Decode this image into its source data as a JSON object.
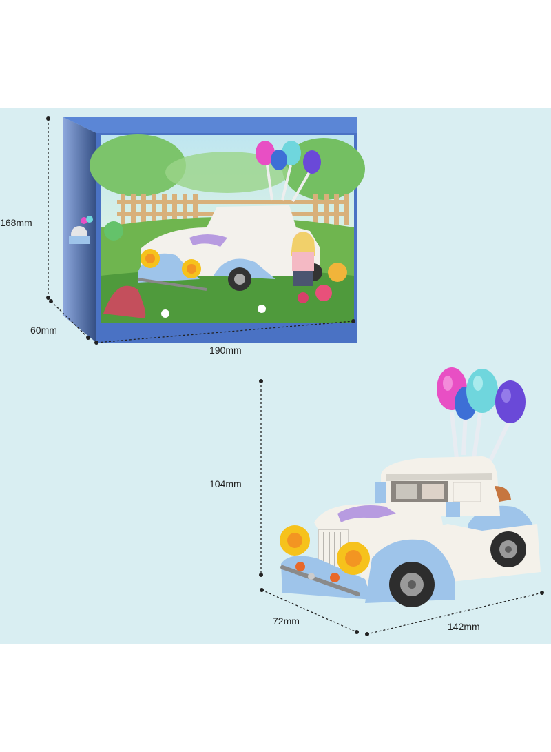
{
  "dimensions": {
    "box_height": "168mm",
    "box_depth": "60mm",
    "box_width": "190mm",
    "model_height": "104mm",
    "model_depth": "72mm",
    "model_width": "142mm"
  },
  "colors": {
    "background": "#d9eef2",
    "box_side": "#4f78c9",
    "car_body": "#f4f1ea",
    "car_fender": "#9ec4ea",
    "balloon_pink": "#e84fc4",
    "balloon_cyan": "#6fd6dd",
    "balloon_purple": "#6a49d8",
    "headlight": "#f6c21c"
  }
}
